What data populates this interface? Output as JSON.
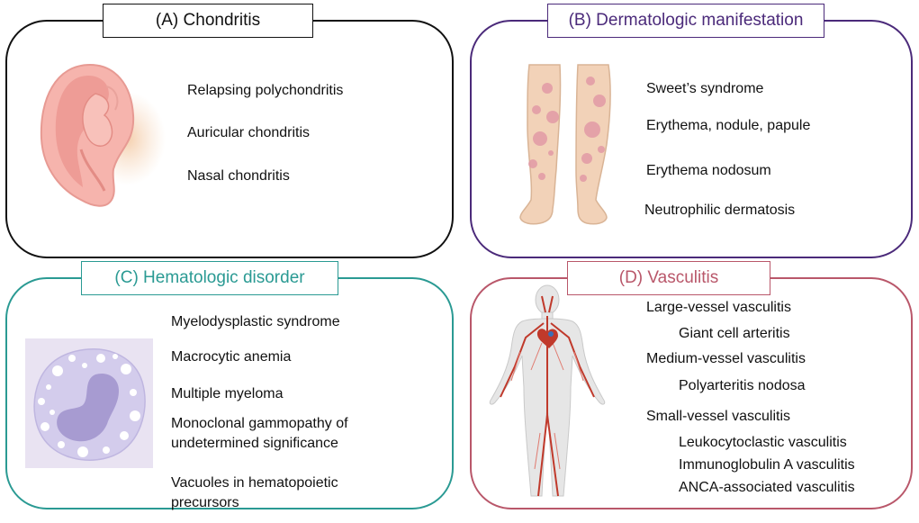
{
  "colors": {
    "panel_a": "#111111",
    "panel_b": "#4b2a7a",
    "panel_c": "#2a9a93",
    "panel_d": "#b9576a"
  },
  "panels": {
    "a": {
      "title": "(A) Chondritis",
      "items": [
        "Relapsing polychondritis",
        "Auricular chondritis",
        "Nasal chondritis"
      ]
    },
    "b": {
      "title": "(B) Dermatologic manifestation",
      "items": [
        "Sweet’s syndrome",
        "Erythema, nodule, papule",
        "Erythema nodosum",
        "Neutrophilic dermatosis"
      ]
    },
    "c": {
      "title": "(C) Hematologic disorder",
      "items": [
        "Myelodysplastic syndrome",
        "Macrocytic anemia",
        "Multiple myeloma",
        "Monoclonal gammopathy of",
        "undetermined significance",
        "Vacuoles in hematopoietic",
        "precursors"
      ]
    },
    "d": {
      "title": "(D) Vasculitis",
      "items": [
        "Large-vessel vasculitis",
        "Giant cell arteritis",
        "Medium-vessel vasculitis",
        "Polyarteritis nodosa",
        "Small-vessel vasculitis",
        "Leukocytoclastic vasculitis",
        "Immunoglobulin A vasculitis",
        "ANCA-associated vasculitis"
      ]
    }
  },
  "illustrations": {
    "a": "ear-icon",
    "b": "legs-icon",
    "c": "neutrophil-icon",
    "d": "body-vessels-icon"
  }
}
